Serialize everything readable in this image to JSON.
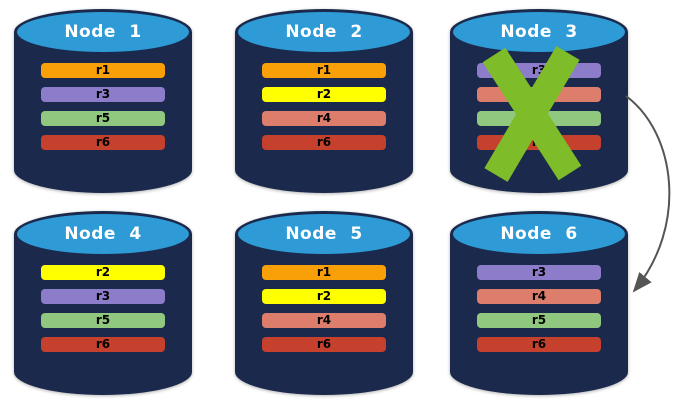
{
  "theme": {
    "background": "#ffffff",
    "cylinder_body": "#1B2A4C",
    "cylinder_top": "#2E9BD6",
    "title_text": "#FFFFFF",
    "bar_text": "#000000"
  },
  "nodes": [
    {
      "label": "Node 1",
      "failed": false,
      "replicas": [
        {
          "label": "r1",
          "color": "#F9A008"
        },
        {
          "label": "r3",
          "color": "#8C7CC9"
        },
        {
          "label": "r5",
          "color": "#8FC87E"
        },
        {
          "label": "r6",
          "color": "#C6402E"
        }
      ]
    },
    {
      "label": "Node 2",
      "failed": false,
      "replicas": [
        {
          "label": "r1",
          "color": "#F9A008"
        },
        {
          "label": "r2",
          "color": "#FFFF00"
        },
        {
          "label": "r4",
          "color": "#DD7E6C"
        },
        {
          "label": "r6",
          "color": "#C6402E"
        }
      ]
    },
    {
      "label": "Node 3",
      "failed": true,
      "replicas": [
        {
          "label": "r3",
          "color": "#8C7CC9"
        },
        {
          "label": "r4",
          "color": "#DD7E6C"
        },
        {
          "label": "r5",
          "color": "#8FC87E"
        },
        {
          "label": "r6",
          "color": "#C6402E"
        }
      ]
    },
    {
      "label": "Node 4",
      "failed": false,
      "replicas": [
        {
          "label": "r2",
          "color": "#FFFF00"
        },
        {
          "label": "r3",
          "color": "#8C7CC9"
        },
        {
          "label": "r5",
          "color": "#8FC87E"
        },
        {
          "label": "r6",
          "color": "#C6402E"
        }
      ]
    },
    {
      "label": "Node 5",
      "failed": false,
      "replicas": [
        {
          "label": "r1",
          "color": "#F9A008"
        },
        {
          "label": "r2",
          "color": "#FFFF00"
        },
        {
          "label": "r4",
          "color": "#DD7E6C"
        },
        {
          "label": "r6",
          "color": "#C6402E"
        }
      ]
    },
    {
      "label": "Node 6",
      "failed": false,
      "replicas": [
        {
          "label": "r3",
          "color": "#8C7CC9"
        },
        {
          "label": "r4",
          "color": "#DD7E6C"
        },
        {
          "label": "r5",
          "color": "#8FC87E"
        },
        {
          "label": "r6",
          "color": "#C6402E"
        }
      ]
    }
  ],
  "failure_x": {
    "color": "#7EBC29",
    "on_node": "Node 3"
  },
  "arrow": {
    "color": "#555555",
    "from": "Node 3",
    "to": "Node 6"
  }
}
